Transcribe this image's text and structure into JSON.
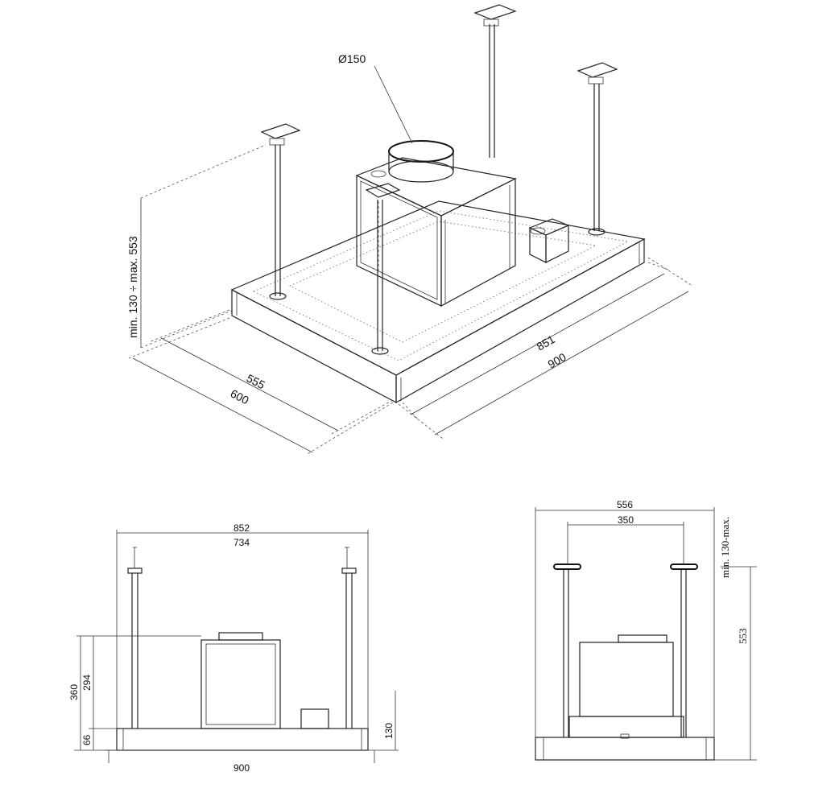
{
  "iso_view": {
    "duct_diameter": "Ø150",
    "height_range": "min. 130 ÷ max. 553",
    "depth_inner": "555",
    "depth_outer": "600",
    "width_inner": "851",
    "width_outer": "900"
  },
  "front_view": {
    "width_outer": "852",
    "width_inner": "734",
    "height_360": "360",
    "height_294": "294",
    "height_66": "66",
    "height_130": "130",
    "bottom_width": "900"
  },
  "side_view": {
    "width_outer": "556",
    "width_inner": "350",
    "height_label": "min. 130-max.",
    "height_max": "553"
  }
}
